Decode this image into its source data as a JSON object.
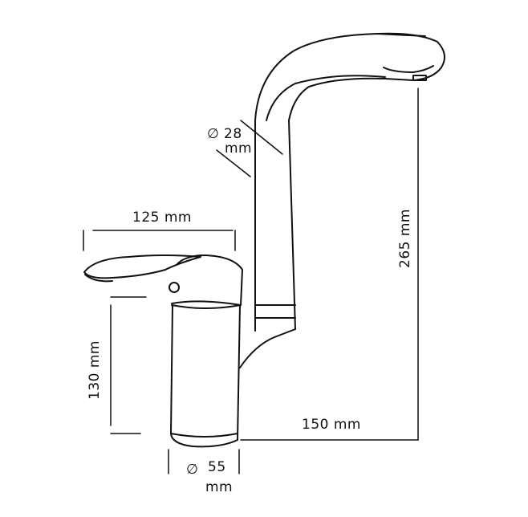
{
  "dimensions": {
    "lever_width": "125 mm",
    "spout_diameter_value": "28",
    "spout_diameter_unit": "mm",
    "spout_height": "265 mm",
    "body_height": "130 mm",
    "spout_reach": "150 mm",
    "base_diameter_value": "55",
    "base_diameter_unit": "mm",
    "diameter_symbol": "∅"
  },
  "colors": {
    "line": "#111111",
    "background": "#ffffff"
  }
}
